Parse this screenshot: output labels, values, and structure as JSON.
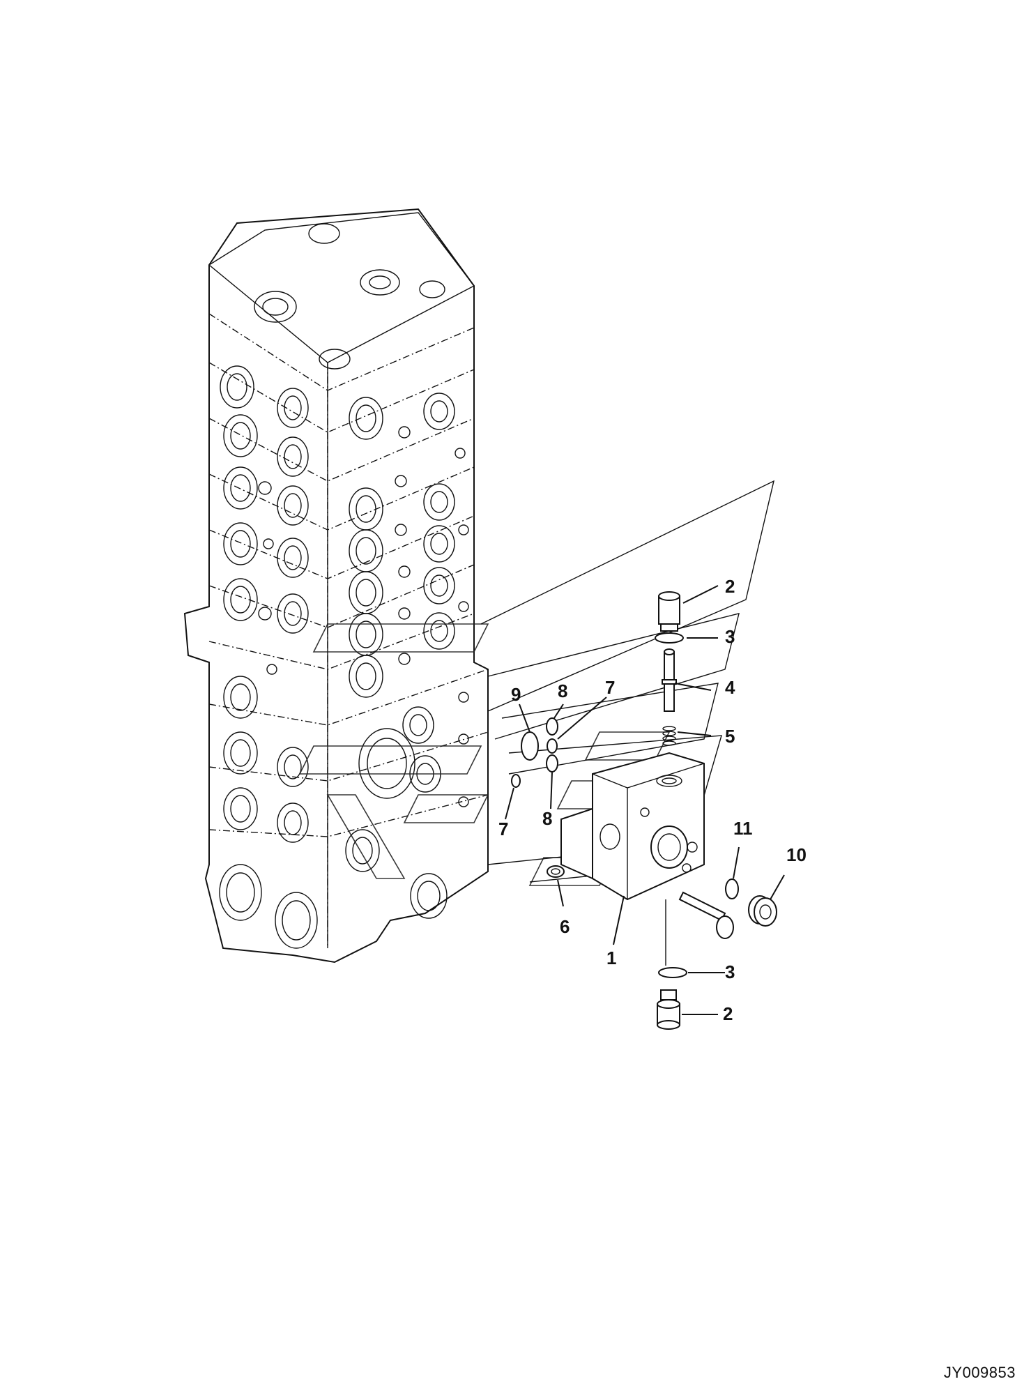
{
  "drawing_id": "JY009853",
  "callouts": [
    {
      "label": "1"
    },
    {
      "label": "2"
    },
    {
      "label": "2"
    },
    {
      "label": "3"
    },
    {
      "label": "3"
    },
    {
      "label": "4"
    },
    {
      "label": "5"
    },
    {
      "label": "6"
    },
    {
      "label": "7"
    },
    {
      "label": "7"
    },
    {
      "label": "8"
    },
    {
      "label": "8"
    },
    {
      "label": "9"
    },
    {
      "label": "10"
    },
    {
      "label": "11"
    }
  ],
  "colors": {
    "line": "#111111",
    "background": "#ffffff"
  }
}
